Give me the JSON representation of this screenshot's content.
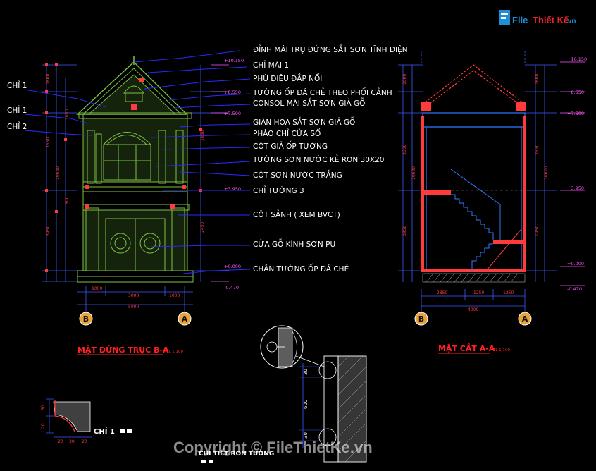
{
  "logo": {
    "part1": "File",
    "part2": "Thiết Kế",
    "part3": ".vn"
  },
  "watermark": "Copyright © FileThietKe.vn",
  "colors": {
    "background": "#000000",
    "facade": "#7cc142",
    "section_wall": "#2f7bff",
    "dimension": "#ff3b3b",
    "level": "#ff55ff",
    "leader": "#2a2aff"
  },
  "callouts": [
    "ĐỈNH MÁI TRỤ ĐỨNG SẮT SƠN TĨNH ĐIỆN",
    "CHỈ MÁI 1",
    "PHÙ ĐIÊU ĐẮP NỔI",
    "TƯỜNG ỐP ĐÁ CHẺ THEO PHỐI CẢNH",
    "CONSOL MÁI SẮT SƠN GIẢ GỖ",
    "GIÀN HOA SẮT SƠN GIẢ GỖ",
    "PHÀO CHỈ CỬA SỔ",
    "CỘT GIẢ ỐP TƯỜNG",
    "TƯỜNG SƠN NƯỚC KẺ RON 30X20",
    "CỘT SƠN NƯỚC TRẮNG",
    "CHỈ TƯỜNG 3",
    "CỘT SẢNH ( XEM BVCT)",
    "CỬA GỖ KÍNH SƠN PU",
    "CHÂN TƯỜNG ỐP ĐÁ CHẺ"
  ],
  "left_labels": [
    "CHỈ 1",
    "CHỈ 1",
    "CHỈ 2"
  ],
  "levels_elevation": [
    "+10.150",
    "+8.550",
    "+7.500",
    "+3.950",
    "+0.000",
    "-0.470"
  ],
  "levels_section": [
    "+10.150",
    "+8.550",
    "+7.500",
    "+3.950",
    "+0.000",
    "-0.470"
  ],
  "axes": {
    "b": "B",
    "a": "A"
  },
  "elevation_dims": {
    "bottom_segments": [
      "1000",
      "3000",
      "1000"
    ],
    "bottom_total": "5000"
  },
  "section_dims": {
    "bottom_segments": [
      "2850",
      "1250",
      "1250"
    ],
    "bottom_total": "4000"
  },
  "titles": {
    "elevation": "MẶT ĐỨNG TRỤC B-A",
    "elevation_scale": "TL 1/100",
    "section": "MẶT CẮT A-A",
    "section_scale": "TL 1/100",
    "detail_chi1": "CHỈ 1",
    "detail_ron": "CHI TIẾT RON TƯỜNG"
  },
  "detail_dims": {
    "ron_top": "30",
    "ron_mid": "600",
    "ron_bot": "30"
  }
}
